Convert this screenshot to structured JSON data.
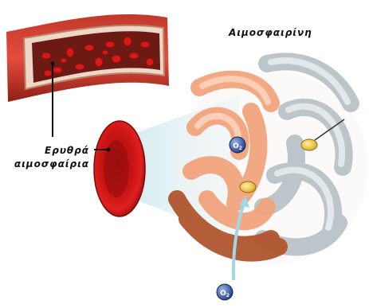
{
  "hemoglobin_label": "Αιμοσφαιρίνη",
  "red_cell_label": {
    "line1": "Ερυθρά",
    "line2": "αιμοσφαίρια"
  },
  "oxygen_symbol": {
    "base": "O",
    "subscript": "2"
  }
}
